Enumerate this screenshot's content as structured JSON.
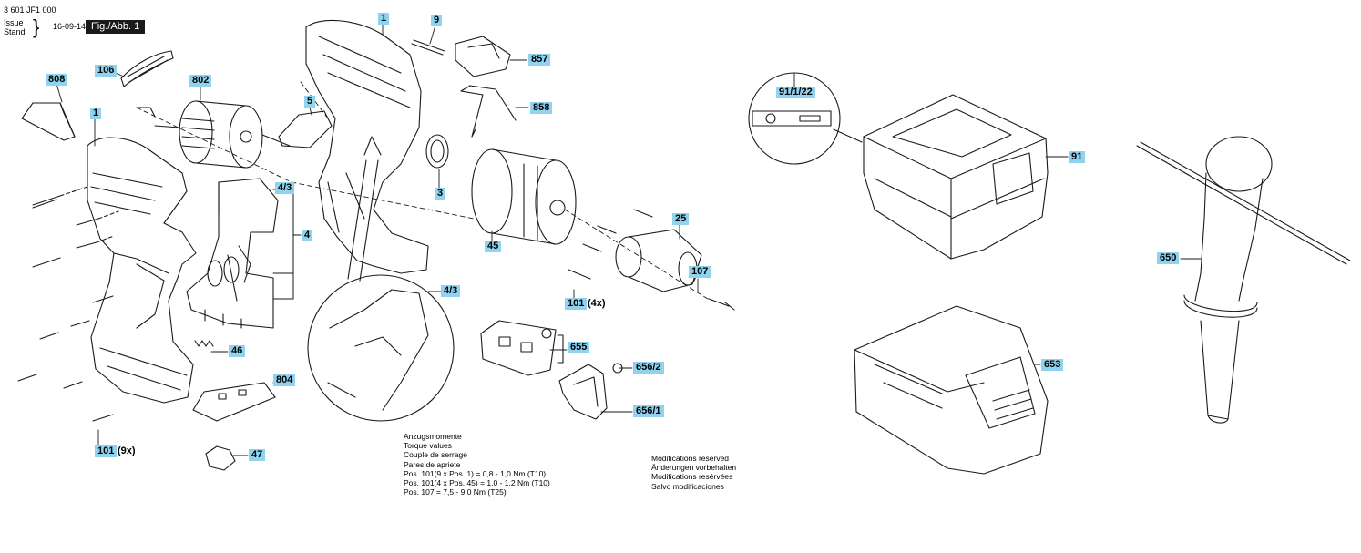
{
  "header": {
    "doc_code": "3 601 JF1 000",
    "issue_label": "Issue",
    "stand_label": "Stand",
    "brace": "}",
    "date": "16-09-14",
    "figure_tag": "Fig./Abb. 1"
  },
  "callouts": {
    "c808": "808",
    "c106": "106",
    "c802": "802",
    "c1_left": "1",
    "c5": "5",
    "c4_3_top": "4/3",
    "c4": "4",
    "c1_top": "1",
    "c9": "9",
    "c857": "857",
    "c858": "858",
    "c3": "3",
    "c45": "45",
    "c25": "25",
    "c107": "107",
    "c101_mid": "101",
    "c4_3_detail": "4/3",
    "c46": "46",
    "c804": "804",
    "c101_bottom": "101",
    "c47": "47",
    "c655": "655",
    "c656_2": "656/2",
    "c656_1": "656/1",
    "c91_1_22": "91/1/22",
    "c91": "91",
    "c650": "650",
    "c653": "653"
  },
  "quantities": {
    "q101_mid": "(4x)",
    "q101_bottom": "(9x)"
  },
  "torque_notes": [
    "Anzugsmomente",
    "Torque values",
    "Couple de serrage",
    "Pares de apriete",
    "Pos. 101(9 x Pos. 1)   = 0,8 - 1,0 Nm (T10)",
    "Pos. 101(4 x Pos. 45) = 1,0 - 1,2 Nm (T10)",
    "Pos. 107  =  7,5 - 9,0 Nm (T25)"
  ],
  "modifications_notes": [
    "Modifications reserved",
    "Änderungen vorbehalten",
    "Modifications resérvées",
    "Salvo modificaciones"
  ],
  "colors": {
    "callout_fill": "#8fd3ee",
    "line": "#1a1a1a"
  }
}
